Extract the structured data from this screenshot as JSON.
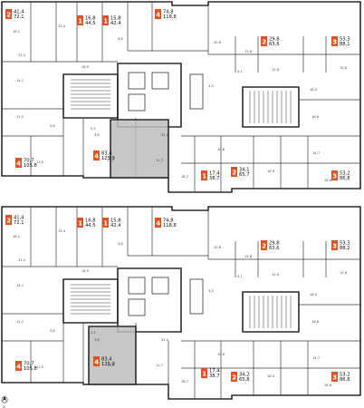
{
  "floors": [
    {
      "apartments": [
        {
          "rooms": "2",
          "area_total": "41,4",
          "area_living": "72,1",
          "tag": [
            6,
            10
          ]
        },
        {
          "rooms": "1",
          "area_total": "16,8",
          "area_living": "44,5",
          "tag": [
            85,
            17
          ]
        },
        {
          "rooms": "1",
          "area_total": "15,8",
          "area_living": "42,4",
          "tag": [
            113,
            17
          ]
        },
        {
          "rooms": "4",
          "area_total": "74,8",
          "area_living": "118,8",
          "tag": [
            171,
            10
          ]
        },
        {
          "rooms": "2",
          "area_total": "29,8",
          "area_living": "63,6",
          "tag": [
            288,
            40
          ]
        },
        {
          "rooms": "3",
          "area_total": "53,3",
          "area_living": "88,1",
          "tag": [
            366,
            40
          ]
        },
        {
          "rooms": "4",
          "area_total": "70,7",
          "area_living": "105,8",
          "tag": [
            17,
            174
          ]
        },
        {
          "rooms": "4",
          "area_total": "83,4",
          "area_living": "125,9",
          "tag": [
            103,
            166
          ]
        },
        {
          "rooms": "1",
          "area_total": "17,4",
          "area_living": "38,7",
          "tag": [
            222,
            188
          ]
        },
        {
          "rooms": "2",
          "area_total": "34,1",
          "area_living": "65,7",
          "tag": [
            255,
            184
          ]
        },
        {
          "rooms": "3",
          "area_total": "53,2",
          "area_living": "86,8",
          "tag": [
            366,
            188
          ]
        }
      ]
    },
    {
      "apartments": [
        {
          "rooms": "2",
          "area_total": "41,4",
          "area_living": "72,1",
          "tag": [
            6,
            237
          ]
        },
        {
          "rooms": "1",
          "area_total": "16,8",
          "area_living": "44,5",
          "tag": [
            85,
            240
          ]
        },
        {
          "rooms": "1",
          "area_total": "15,8",
          "area_living": "42,4",
          "tag": [
            113,
            240
          ]
        },
        {
          "rooms": "4",
          "area_total": "74,8",
          "area_living": "118,8",
          "tag": [
            171,
            240
          ]
        },
        {
          "rooms": "2",
          "area_total": "29,8",
          "area_living": "63,6",
          "tag": [
            288,
            265
          ]
        },
        {
          "rooms": "3",
          "area_total": "53,3",
          "area_living": "88,2",
          "tag": [
            366,
            265
          ]
        },
        {
          "rooms": "4",
          "area_total": "70,7",
          "area_living": "105,8",
          "tag": [
            17,
            398
          ]
        },
        {
          "rooms": "4",
          "area_total": "83,4",
          "area_living": "125,9",
          "tag": [
            103,
            393
          ]
        },
        {
          "rooms": "1",
          "area_total": "17,4",
          "area_living": "38,7",
          "tag": [
            222,
            406
          ]
        },
        {
          "rooms": "2",
          "area_total": "34,2",
          "area_living": "65,8",
          "tag": [
            255,
            410
          ]
        },
        {
          "rooms": "3",
          "area_total": "53,2",
          "area_living": "86,8",
          "tag": [
            366,
            410
          ]
        }
      ]
    }
  ],
  "room_labels": [
    "16,1",
    "13,4",
    "4,8",
    "11,2",
    "14,1",
    "18,9",
    "12,2",
    "5,2",
    "3,6",
    "12,5",
    "16,7",
    "31,4",
    "17,1",
    "11,7",
    "20,6",
    "13,8",
    "16,9",
    "12,6",
    "14,7",
    "16,6",
    "18,4",
    "15,8",
    "10,6",
    "5,8",
    "3,3",
    "4,1",
    "16,6"
  ],
  "north_arrow": "N"
}
